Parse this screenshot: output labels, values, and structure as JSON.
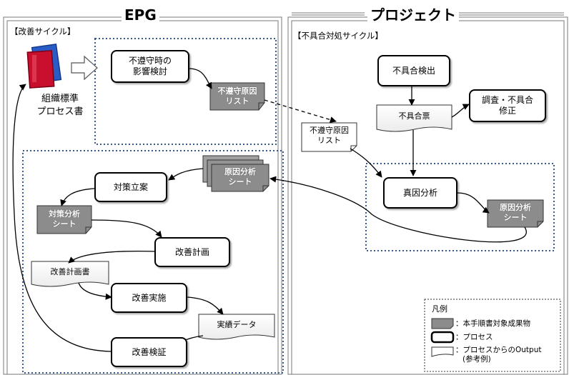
{
  "epg": {
    "title": "EPG",
    "cycle_label": "【改善サイクル】",
    "standard_doc": {
      "line1": "組織標準",
      "line2": "プロセス書"
    },
    "impact_review": {
      "line1": "不遵守時の",
      "line2": "影響検討"
    },
    "noncompliance_list": {
      "line1": "不遵守原因",
      "line2": "リスト"
    },
    "root_cause_sheet": {
      "line1": "原因分析",
      "line2": "シート"
    },
    "countermeasure_planning": "対策立案",
    "countermeasure_sheet": {
      "line1": "対策分析",
      "line2": "シート"
    },
    "improvement_planning": "改善計画",
    "improvement_plan_doc": "改善計画書",
    "improvement_execution": "改善実施",
    "results_data": "実績データ",
    "improvement_verification": "改善検証"
  },
  "project": {
    "title": "プロジェクト",
    "cycle_label": "【不具合対処サイクル】",
    "defect_detection": "不具合検出",
    "defect_ticket": "不具合票",
    "investigate_fix": {
      "line1": "調査・不具合",
      "line2": "修正"
    },
    "noncompliance_list": {
      "line1": "不遵守原因",
      "line2": "リスト"
    },
    "root_cause_analysis": "真因分析",
    "root_cause_sheet": {
      "line1": "原因分析",
      "line2": "シート"
    }
  },
  "legend": {
    "title": "凡例",
    "deliverable": "：本手順書対象成果物",
    "process": "：プロセス",
    "output_line1": "：プロセスからのOutput",
    "output_line2": "(参考例)"
  },
  "colors": {
    "deliverable_fill": "#8c8c8c",
    "border": "#000000",
    "dotted_border": "#3a5a8c",
    "book_red": "#c8102e",
    "book_blue": "#2a5cc8"
  }
}
